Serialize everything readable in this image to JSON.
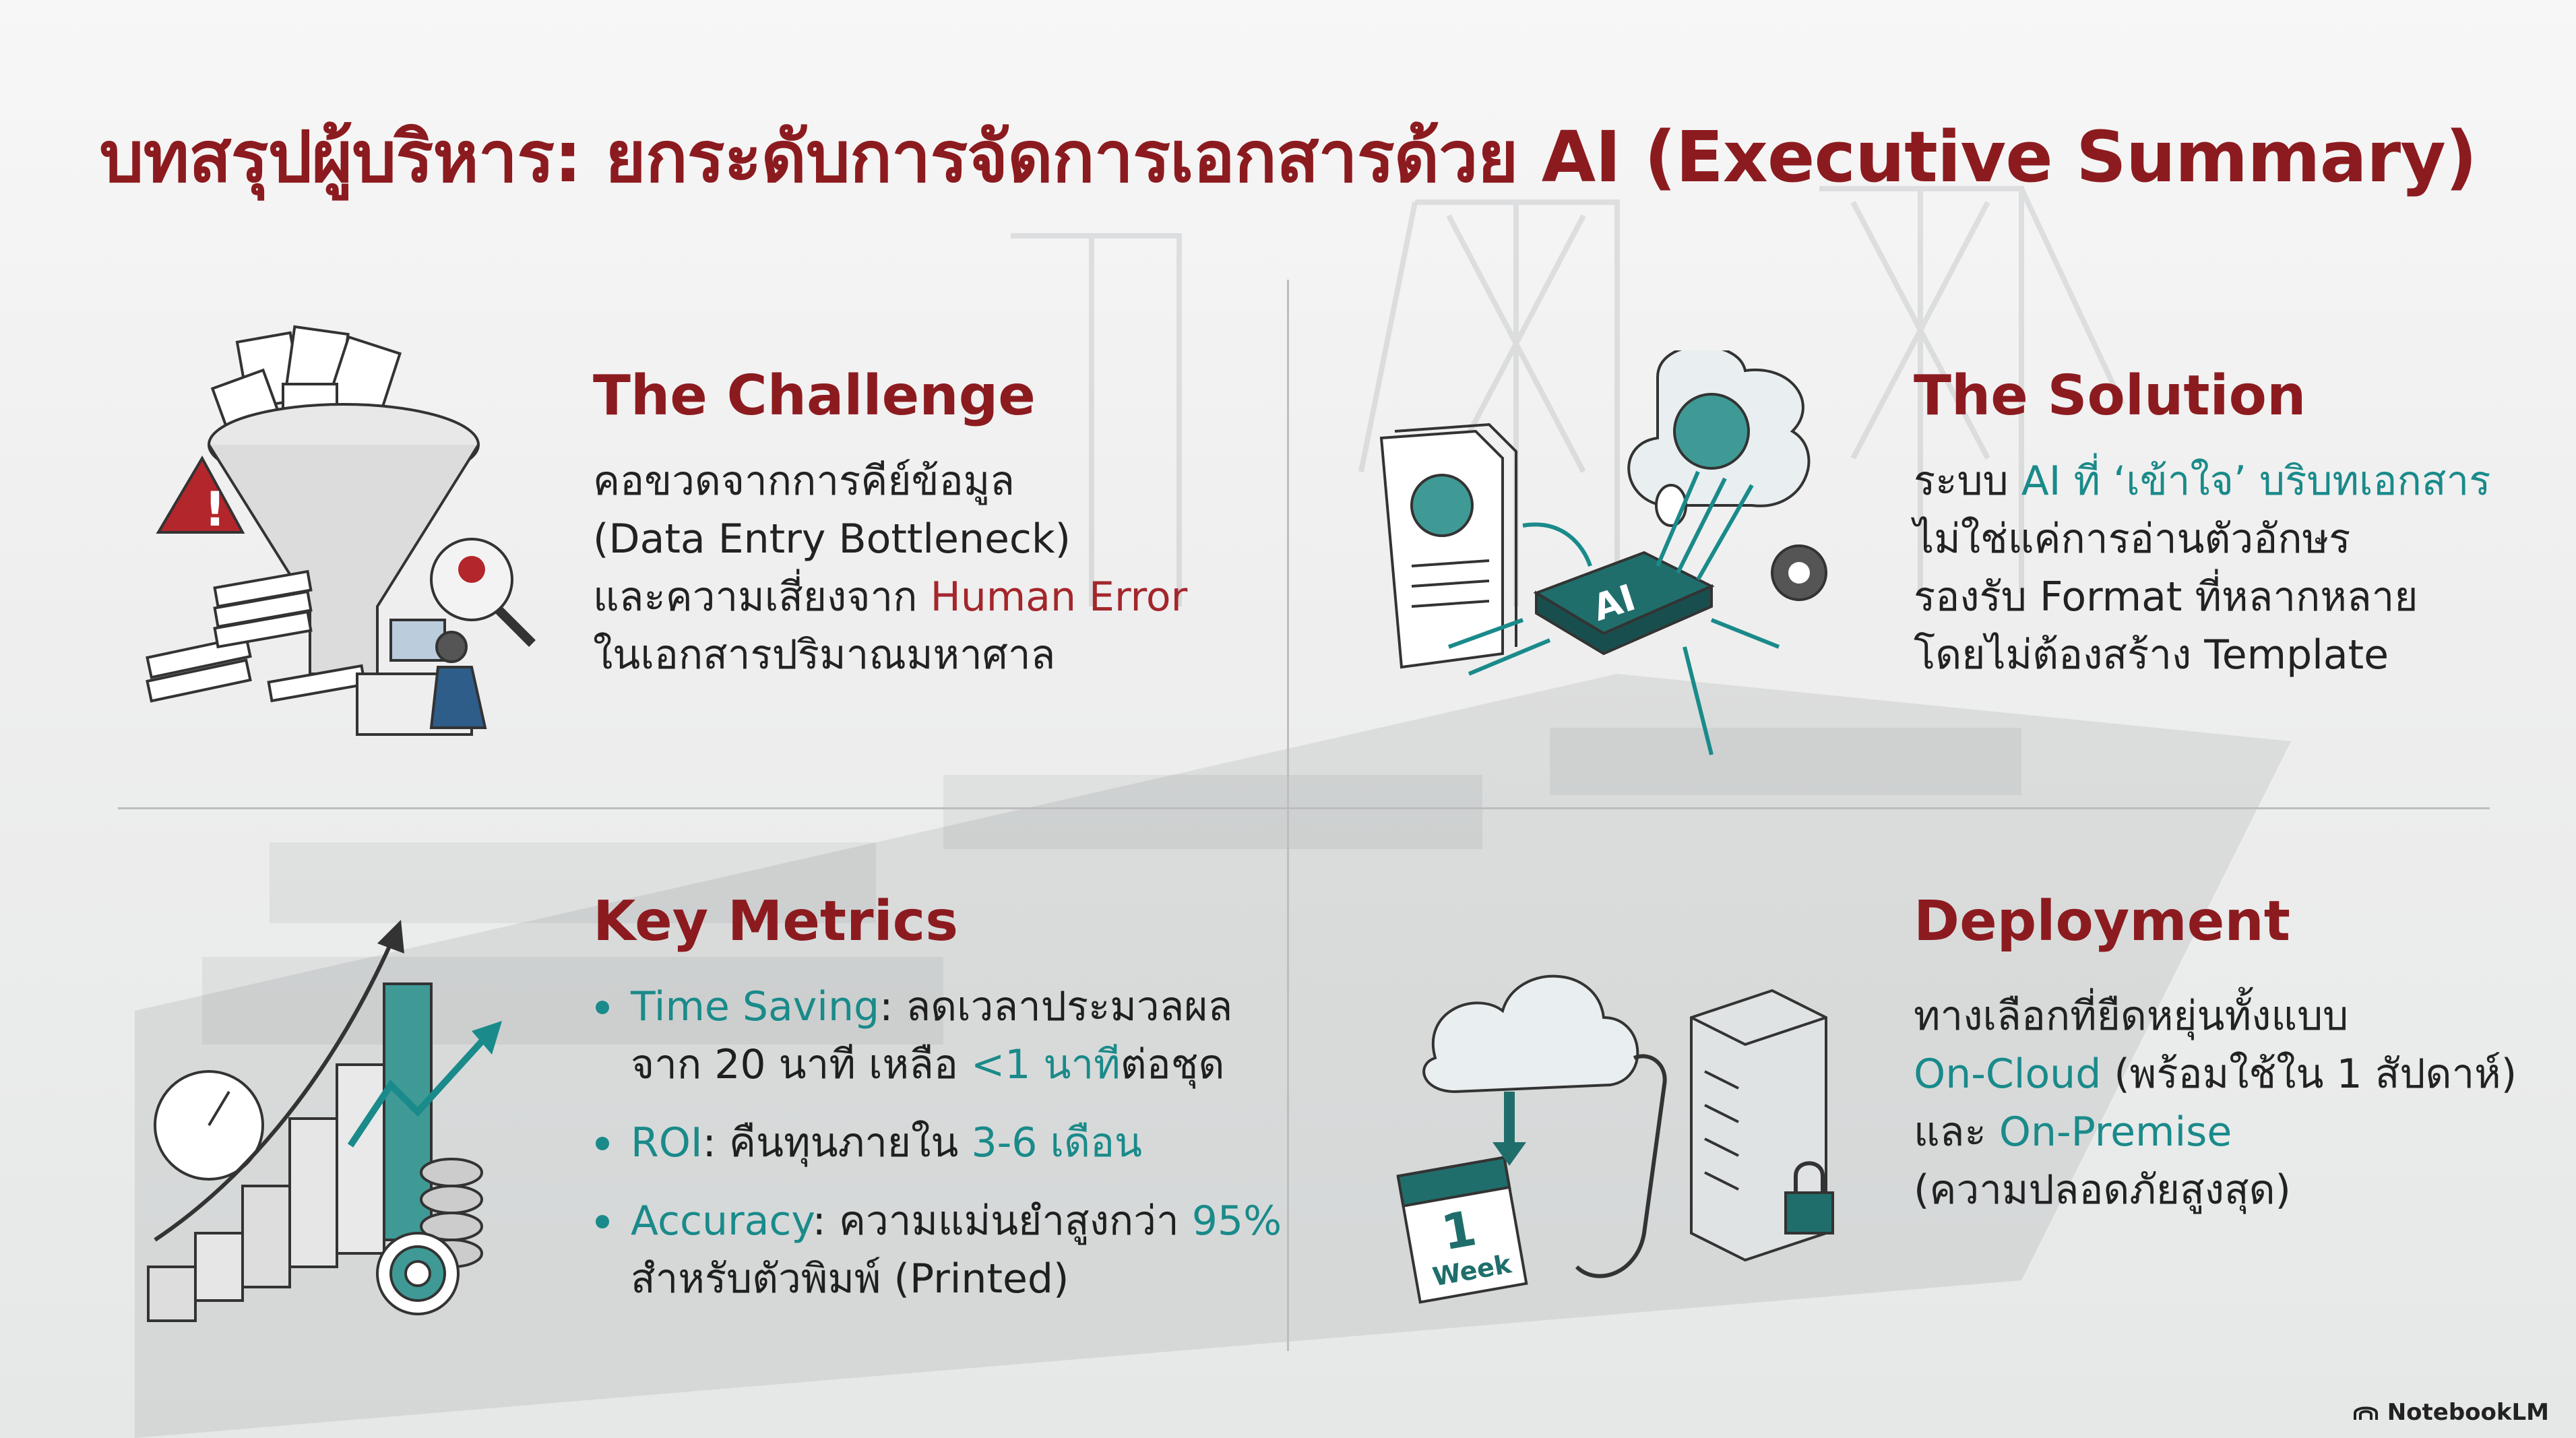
{
  "title": "บทสรุปผู้บริหาร: ยกระดับการจัดการเอกสารด้วย AI (Executive Summary)",
  "challenge": {
    "heading": "The Challenge",
    "line1": "คอขวดจากการคีย์ข้อมูล",
    "line2": "(Data Entry Bottleneck)",
    "line3_pre": "และความเสี่ยงจาก ",
    "line3_highlight": "Human Error",
    "line4": "ในเอกสารปริมาณมหาศาล"
  },
  "solution": {
    "heading": "The Solution",
    "line1_pre": "ระบบ ",
    "line1_highlight": "AI ที่ ‘เข้าใจ’ บริบทเอกสาร",
    "line2": "ไม่ใช่แค่การอ่านตัวอักษร",
    "line3": "รองรับ Format ที่หลากหลาย",
    "line4": "โดยไม่ต้องสร้าง Template",
    "chip_label": "AI"
  },
  "metrics": {
    "heading": "Key Metrics",
    "items": [
      {
        "label": "Time Saving",
        "sep": ": ",
        "text1": "ลดเวลาประมวลผล",
        "text2_pre": "จาก 20 นาที เหลือ ",
        "highlight": "<1 นาที",
        "text2_post": "ต่อชุด"
      },
      {
        "label": "ROI",
        "sep": ": ",
        "text1_pre": "คืนทุนภายใน ",
        "highlight": "3-6 เดือน"
      },
      {
        "label": "Accuracy",
        "sep": ": ",
        "text1_pre": "ความแม่นยำสูงกว่า ",
        "highlight": "95%",
        "text2": "สำหรับตัวพิมพ์ (Printed)"
      }
    ]
  },
  "deployment": {
    "heading": "Deployment",
    "line1": "ทางเลือกที่ยืดหยุ่นทั้งแบบ",
    "line2_highlight": "On-Cloud",
    "line2_post": " (พร้อมใช้ใน 1 สัปดาห์)",
    "line3_pre": "และ ",
    "line3_highlight": "On-Premise",
    "line4": "(ความปลอดภัยสูงสุด)",
    "calendar_number": "1",
    "calendar_word": "Week"
  },
  "brand": "NotebookLM",
  "colors": {
    "accent": "#8c1b1f",
    "teal": "#1a8a8a"
  }
}
